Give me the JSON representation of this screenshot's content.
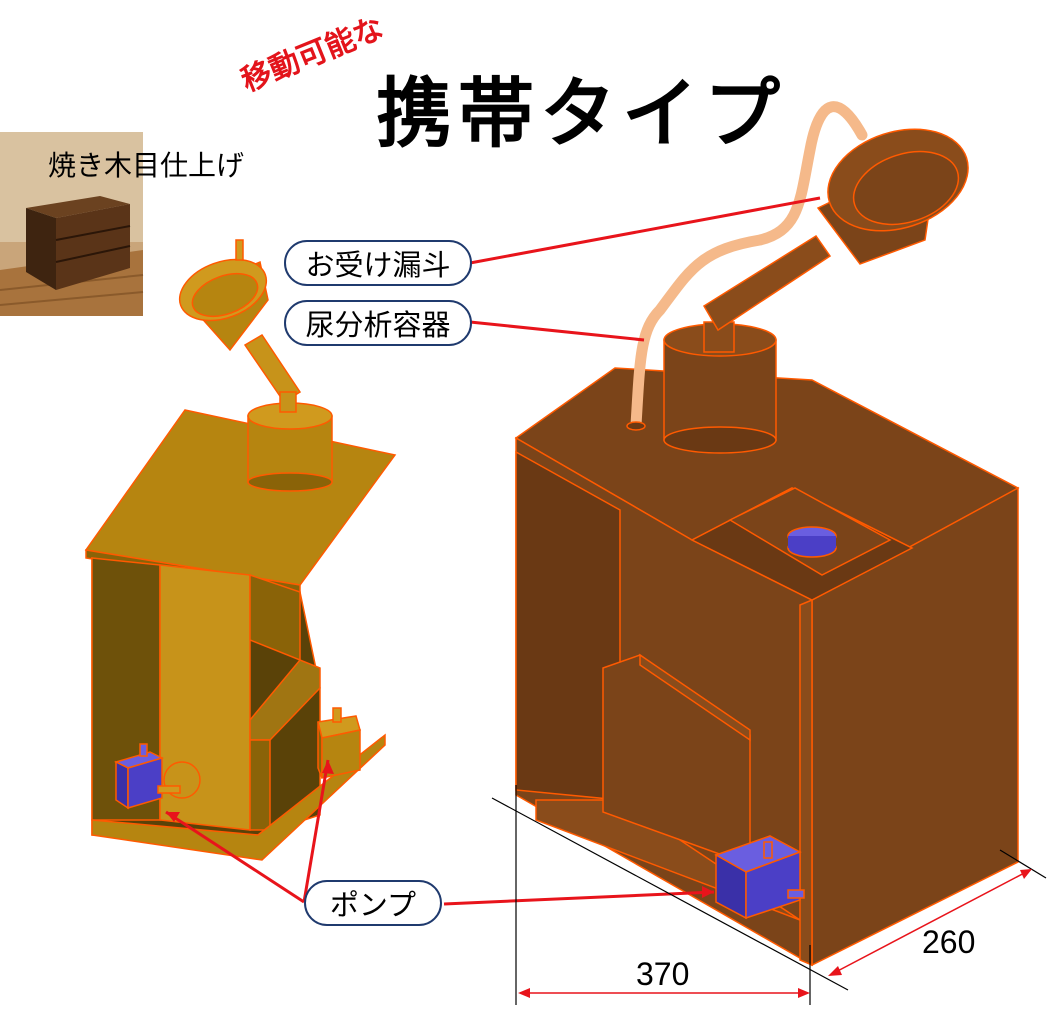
{
  "title": {
    "sub": "移動可能な",
    "main": "携帯タイプ"
  },
  "photo": {
    "label": "焼き木目仕上げ"
  },
  "callouts": {
    "funnel": "お受け漏斗",
    "container": "尿分析容器",
    "pump": "ポンプ"
  },
  "dimensions": {
    "width": "370",
    "depth": "260"
  },
  "colors": {
    "cabinet_dark": "#7b4419",
    "cabinet_light": "#b68510",
    "outline": "#ff5a00",
    "pump": "#4b3fc6",
    "leader": "#e8141b",
    "tube": "#f5b98a"
  }
}
